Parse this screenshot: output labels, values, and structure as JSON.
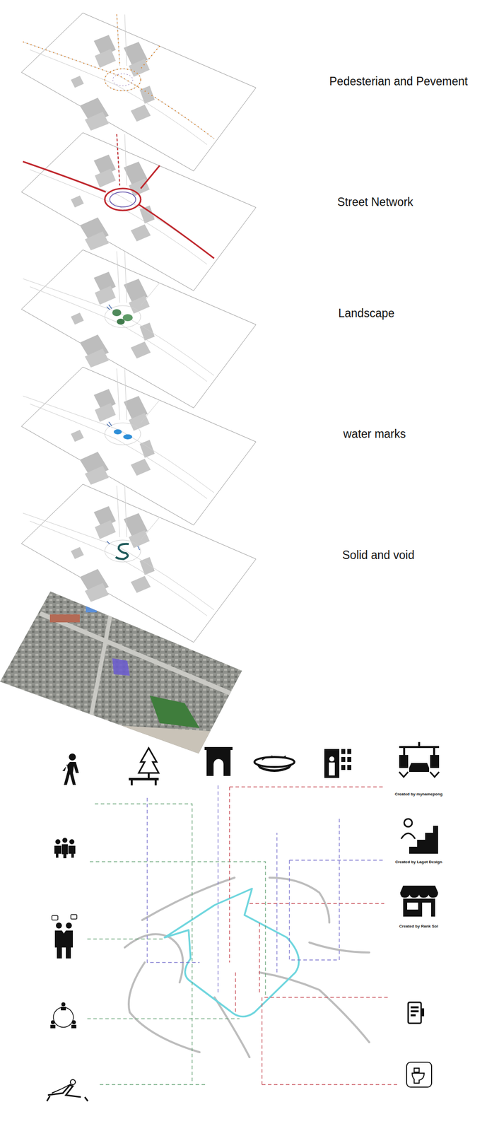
{
  "diagram": {
    "labels": [
      "Pedesterian and Pevement",
      "Street Network",
      "Landscape",
      "water marks",
      "Solid and void",
      "Created by mynamepong",
      "Created by Lagot Design",
      "Created by Rank Sol"
    ]
  }
}
